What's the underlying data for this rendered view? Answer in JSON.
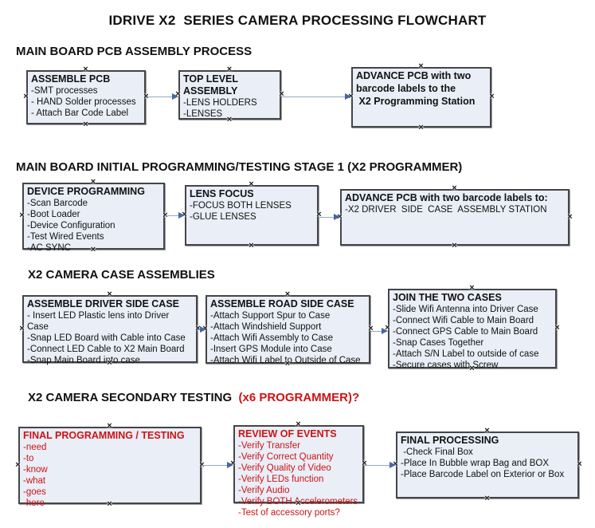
{
  "page_title": "IDRIVE X2  SERIES CAMERA PROCESSING FLOWCHART",
  "colors": {
    "box_fill": "#e9eef7",
    "box_border": "#454545",
    "red_text": "#cc1414",
    "arrow_line": "#93a9c3",
    "arrow_head": "#44679f"
  },
  "icons": {
    "connection_point": "×",
    "arrow_head": "right-triangle"
  },
  "sections": [
    {
      "heading": "MAIN BOARD PCB ASSEMBLY PROCESS",
      "boxes": [
        {
          "title": "ASSEMBLE PCB",
          "lines": [
            "-SMT processes",
            "- HAND Solder processes",
            "- Attach Bar Code Label"
          ]
        },
        {
          "title": "TOP LEVEL ASSEMBLY",
          "lines": [
            "-LENS HOLDERS",
            "-LENSES"
          ]
        },
        {
          "title": "ADVANCE PCB with two",
          "lines": [
            "barcode labels to the",
            " X2 Programming Station"
          ]
        }
      ]
    },
    {
      "heading": "MAIN BOARD INITIAL PROGRAMMING/TESTING STAGE 1 (X2 PROGRAMMER)",
      "boxes": [
        {
          "title": "DEVICE PROGRAMMING",
          "lines": [
            "-Scan Barcode",
            "-Boot Loader",
            "-Device Configuration",
            "-Test Wired Events",
            "-AC SYNC"
          ]
        },
        {
          "title": "LENS FOCUS",
          "lines": [
            "-FOCUS BOTH LENSES",
            "-GLUE LENSES"
          ]
        },
        {
          "title": "ADVANCE PCB with two barcode labels to:",
          "lines": [
            "-X2 DRIVER  SIDE  CASE  ASSEMBLY STATION"
          ]
        }
      ]
    },
    {
      "heading": "X2 CAMERA CASE ASSEMBLIES",
      "boxes": [
        {
          "title": "ASSEMBLE DRIVER SIDE CASE",
          "lines": [
            "- Insert LED Plastic lens into Driver Case",
            "-Snap LED Board with Cable into Case",
            "-Connect LED Cable to X2 Main Board",
            "-Snap Main Board into case"
          ]
        },
        {
          "title": "ASSEMBLE ROAD SIDE CASE",
          "lines": [
            "-Attach Support Spur to Case",
            "-Attach Windshield Support",
            "-Attach Wifi Assembly to Case",
            "-Insert GPS Module into Case",
            "-Attach Wifi Label to Outside of Case"
          ]
        },
        {
          "title": "JOIN THE TWO CASES",
          "lines": [
            "-Slide Wifi Antenna into Driver Case",
            "-Connect Wifi Cable to Main Board",
            "-Connect GPS Cable to Main Board",
            "-Snap Cases Together",
            "-Attach S/N Label to outside of case",
            "-Secure cases with Screw"
          ]
        }
      ]
    },
    {
      "heading": "X2 CAMERA SECONDARY TESTING ",
      "heading_red": " (x6 PROGRAMMER)?",
      "boxes": [
        {
          "title": "FINAL PROGRAMMING / TESTING",
          "lines": [
            "-need",
            "-to",
            "-know",
            "-what",
            "-goes",
            "-here"
          ]
        },
        {
          "title": "REVIEW OF EVENTS",
          "lines": [
            "-Verify Transfer",
            "-Verify Correct Quantity",
            "-Verify Quality of Video",
            "-Verify LEDs function",
            "-Verify Audio",
            "-Verify BOTH Accelerometers",
            "-Test of accessory ports?"
          ]
        },
        {
          "title": "FINAL PROCESSING",
          "lines": [
            " -Check Final Box",
            "-Place In Bubble wrap Bag and BOX",
            "-Place Barcode Label on Exterior or Box"
          ]
        }
      ]
    }
  ]
}
